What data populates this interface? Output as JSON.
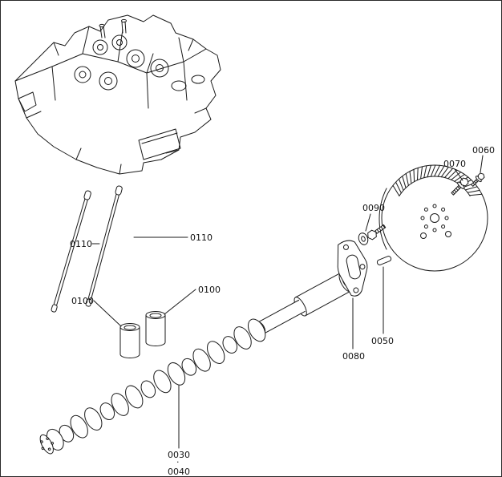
{
  "diagram": {
    "type": "exploded-parts-diagram",
    "subject": "engine camshaft, pushrods, tappets and camshaft gear",
    "colors": {
      "background": "#ffffff",
      "line": "#1a1a1a",
      "text": "#111111"
    },
    "labels": {
      "pushrod_left": "0110",
      "pushrod_right": "0110",
      "tappet_left": "0100",
      "tappet_right": "0100",
      "camshaft_upper": "0030",
      "camshaft_dot": "·",
      "camshaft_lower": "0040",
      "gasket": "0080",
      "key": "0050",
      "washer_bolt": "0090",
      "gear_bolt": "0070",
      "small_bolt": "0060"
    }
  }
}
